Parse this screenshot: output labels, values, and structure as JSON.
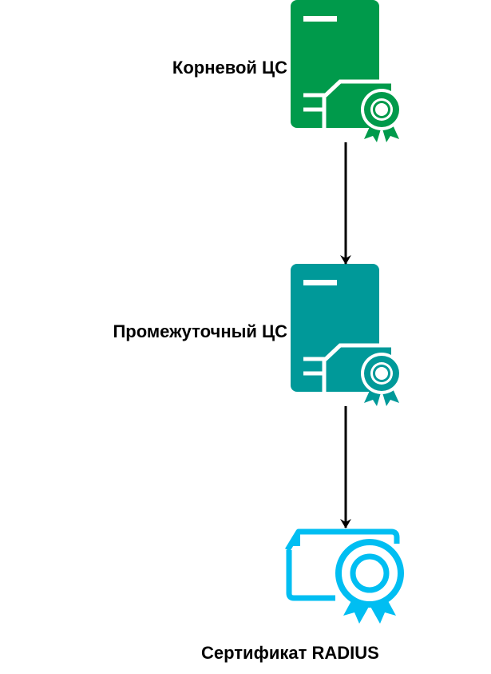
{
  "nodes": [
    {
      "label": "Корневой ЦС",
      "icon": "server-certificate-icon",
      "color": "#009A4B"
    },
    {
      "label": "Промежуточный ЦС",
      "icon": "server-certificate-icon",
      "color": "#009999"
    },
    {
      "label": "Сертификат RADIUS",
      "icon": "certificate-icon",
      "color": "#00BEF2"
    }
  ],
  "edges": [
    {
      "from": "Корневой ЦС",
      "to": "Промежуточный ЦС"
    },
    {
      "from": "Промежуточный ЦС",
      "to": "Сертификат RADIUS"
    }
  ]
}
